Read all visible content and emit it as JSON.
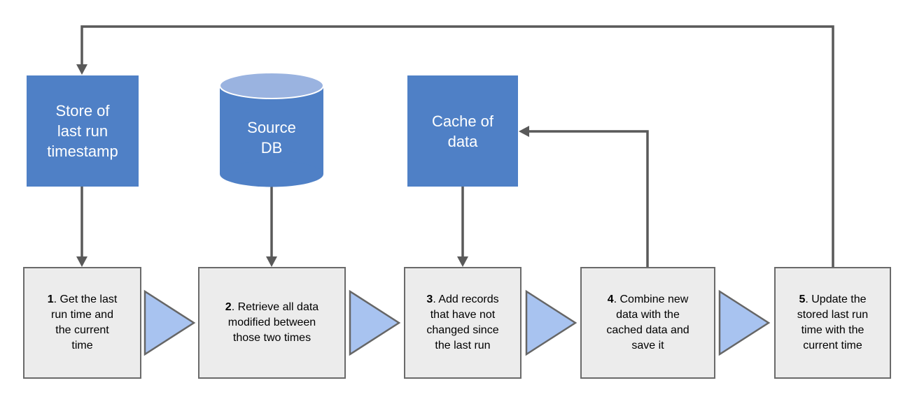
{
  "shapes": {
    "store": {
      "label": "Store of\nlast run\ntimestamp"
    },
    "source_db": {
      "label": "Source\nDB"
    },
    "cache": {
      "label": "Cache of\ndata"
    }
  },
  "steps": [
    {
      "number": "1",
      "text": ". Get the last run time and the current time"
    },
    {
      "number": "2",
      "text": ". Retrieve all data modified between those two times"
    },
    {
      "number": "3",
      "text": ". Add records that have not changed since the last run"
    },
    {
      "number": "4",
      "text": ". Combine new data with the cached data and save it"
    },
    {
      "number": "5",
      "text": ". Update the stored last run time with the current time"
    }
  ],
  "connections": [
    {
      "from": "store-of-last-run-timestamp",
      "to": "step-1",
      "type": "arrow-down"
    },
    {
      "from": "source-db",
      "to": "step-2",
      "type": "arrow-down"
    },
    {
      "from": "cache-of-data",
      "to": "step-3",
      "type": "arrow-down"
    },
    {
      "from": "step-4",
      "to": "cache-of-data",
      "type": "elbow-arrow-left"
    },
    {
      "from": "step-5",
      "to": "store-of-last-run-timestamp",
      "type": "elbow-arrow-feedback-loop"
    },
    {
      "from": "step-1",
      "to": "step-2",
      "type": "flow-triangle"
    },
    {
      "from": "step-2",
      "to": "step-3",
      "type": "flow-triangle"
    },
    {
      "from": "step-3",
      "to": "step-4",
      "type": "flow-triangle"
    },
    {
      "from": "step-4",
      "to": "step-5",
      "type": "flow-triangle"
    }
  ],
  "colors": {
    "shape_blue": "#4f80c6",
    "cylinder_top_blue": "#9ab3e0",
    "triangle_fill": "#a8c3f0",
    "triangle_border": "#666666",
    "step_box_fill": "#ececec",
    "step_box_border": "#6a6a6a",
    "connector_gray": "#595959",
    "shape_text": "#ffffff",
    "step_text": "#000000"
  }
}
